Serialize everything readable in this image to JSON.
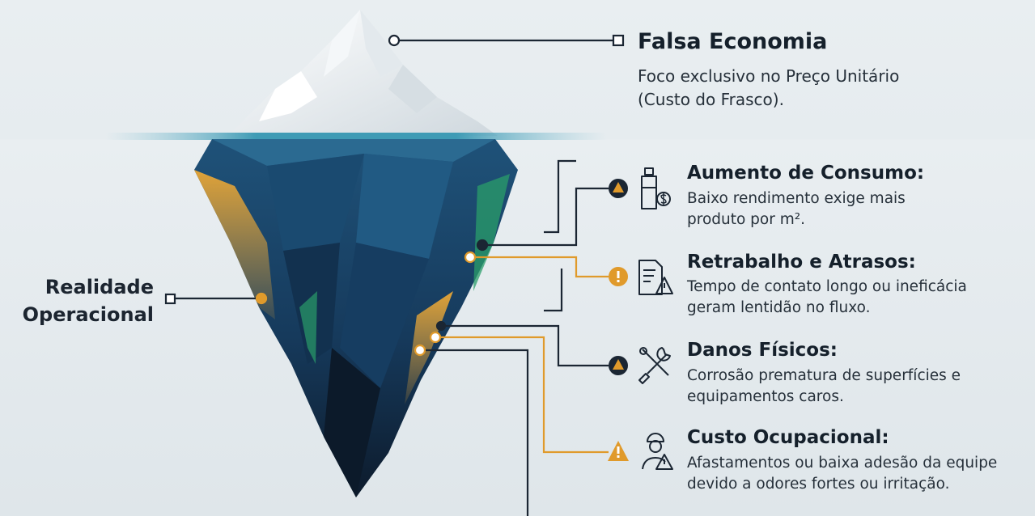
{
  "top": {
    "title": "Falsa Economia",
    "desc_line1": "Foco exclusivo no Preço Unitário",
    "desc_line2": "(Custo do Frasco)."
  },
  "side": {
    "line1": "Realidade",
    "line2": "Operacional"
  },
  "items": [
    {
      "title": "Aumento de Consumo:",
      "line1": "Baixo rendimento exige mais",
      "line2": "produto por m².",
      "icon": "bottle-dollar-icon",
      "marker_color": "#1b2633"
    },
    {
      "title": "Retrabalho e Atrasos:",
      "line1": "Tempo de contato longo ou ineficácia",
      "line2": "geram lentidão no fluxo.",
      "icon": "document-warning-icon",
      "marker_color": "#e09a2b"
    },
    {
      "title": "Danos Físicos:",
      "line1": "Corrosão prematura de superfícies e",
      "line2": "equipamentos caros.",
      "icon": "tools-icon",
      "marker_color": "#1b2633"
    },
    {
      "title": "Custo Ocupacional:",
      "line1": "Afastamentos ou baixa adesão da equipe",
      "line2": "devido a odores fortes ou irritação.",
      "icon": "worker-warning-icon",
      "marker_color": "#e09a2b"
    }
  ],
  "colors": {
    "dark": "#1b2633",
    "accent": "#e09a2b",
    "ice_dark": "#0f2b47",
    "ice_mid": "#1f4f78",
    "green": "#2a9d6a"
  }
}
